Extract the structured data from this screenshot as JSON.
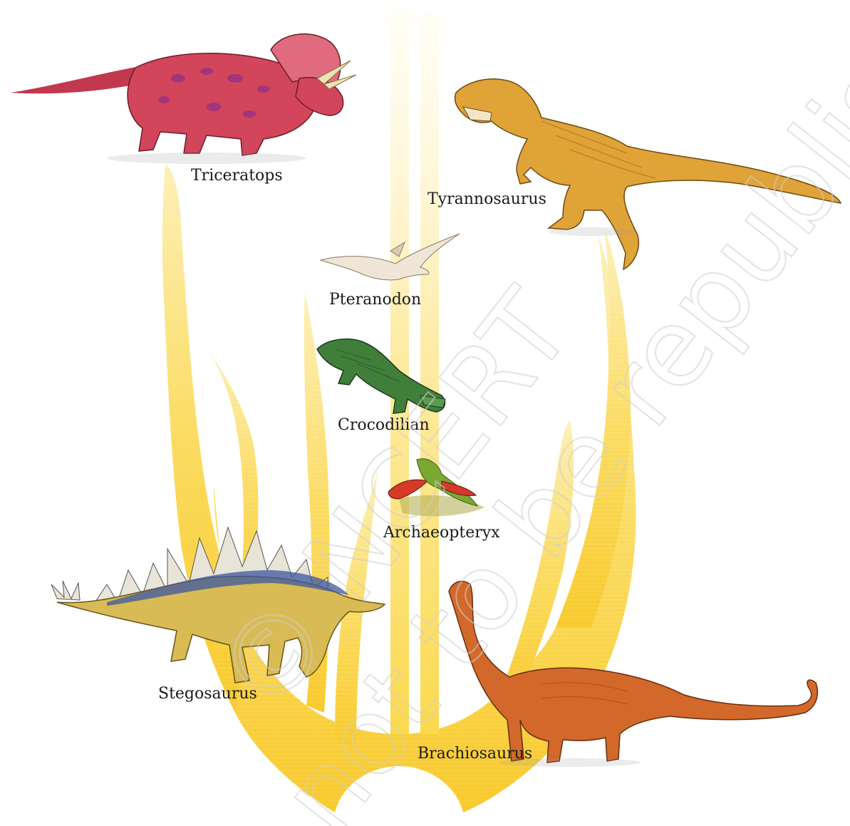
{
  "labels": {
    "triceratops": "Triceratops",
    "tyrannosaurus": "Tyrannosaurus",
    "pteranodon": "Pteranodon",
    "crocodilian": "Crocodilian",
    "archaeopteryx": "Archaeopteryx",
    "stegosaurus": "Stegosaurus",
    "brachiosaurus": "Brachiosaurus"
  },
  "watermark": {
    "line1": "© NCERT",
    "line2": "not to be republished"
  },
  "colors": {
    "branch_yellow": "#fbd94e",
    "arrow_yellow": "#fde99a",
    "triceratops_body": "#d2455a",
    "tyrannosaurus_body": "#e0a338",
    "pteranodon_body": "#efe6d8",
    "crocodilian_body": "#3f7f3a",
    "archaeopteryx_wing": "#d83a2a",
    "stegosaurus_body": "#d9bb55",
    "stegosaurus_plates": "#3b57a0",
    "brachiosaurus_body": "#d2692a"
  }
}
